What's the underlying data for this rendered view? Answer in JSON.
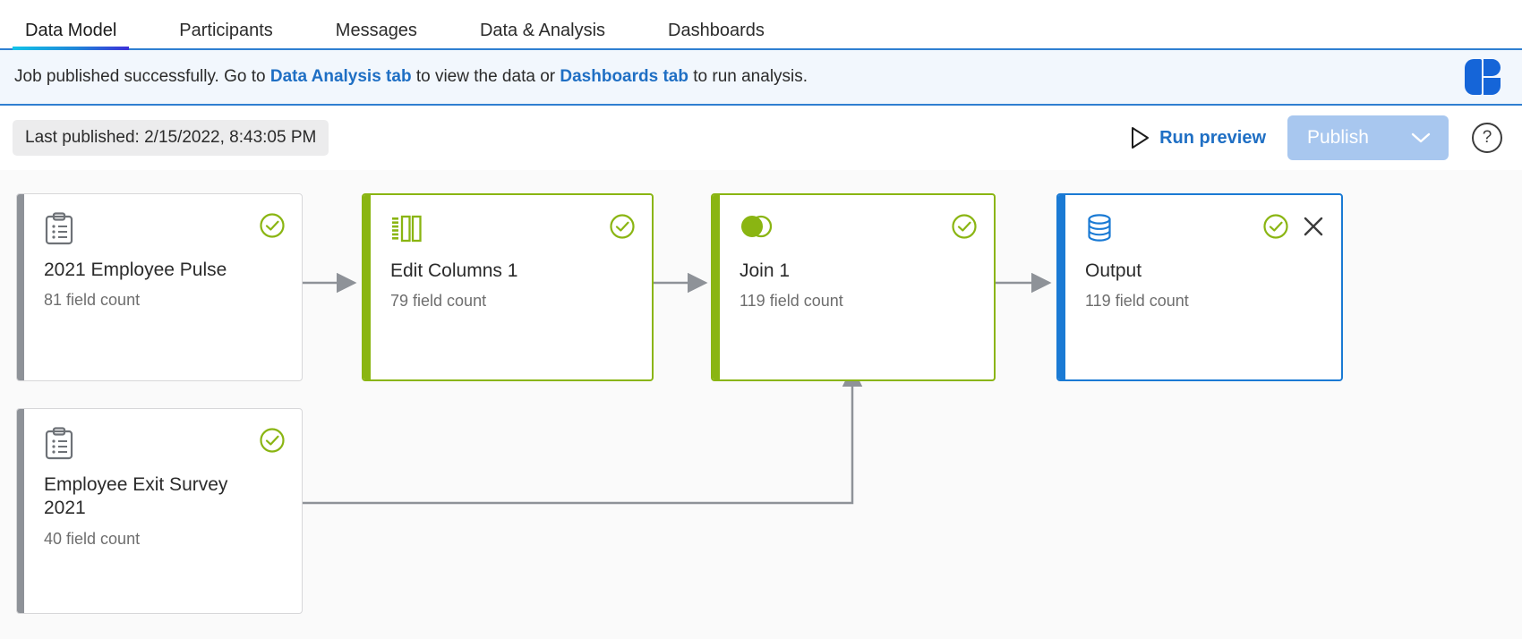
{
  "tabs": [
    {
      "label": "Data Model",
      "active": true
    },
    {
      "label": "Participants",
      "active": false
    },
    {
      "label": "Messages",
      "active": false
    },
    {
      "label": "Data & Analysis",
      "active": false
    },
    {
      "label": "Dashboards",
      "active": false
    }
  ],
  "banner": {
    "text_before": "Job published successfully. Go to ",
    "link1": "Data Analysis tab",
    "text_middle": " to view the data or ",
    "link2": "Dashboards tab",
    "text_after": " to run analysis.",
    "background": "#f2f7fd",
    "link_color": "#1f6fc4",
    "logo_name": "qualtrics-logo",
    "logo_color": "#1565d8"
  },
  "toolbar": {
    "last_published": "Last published: 2/15/2022, 8:43:05 PM",
    "run_preview_label": "Run preview",
    "run_preview_color": "#1f6fc4",
    "publish_label": "Publish",
    "publish_color": "#a8c7ef",
    "help_label": "?"
  },
  "canvas": {
    "background": "#fafafa",
    "connector_color": "#8e9298"
  },
  "nodes": [
    {
      "id": "source-pulse",
      "type": "source",
      "icon": "clipboard-survey-icon",
      "title": "2021 Employee Pulse",
      "subtitle": "81 field count",
      "status": "complete",
      "accent_color": "#8e9298",
      "has_close": false
    },
    {
      "id": "edit-columns-1",
      "type": "transform",
      "icon": "edit-columns-icon",
      "title": "Edit Columns 1",
      "subtitle": "79 field count",
      "status": "complete",
      "accent_color": "#8ab512",
      "has_close": false
    },
    {
      "id": "join-1",
      "type": "transform",
      "icon": "join-venn-icon",
      "title": "Join 1",
      "subtitle": "119 field count",
      "status": "complete",
      "accent_color": "#8ab512",
      "has_close": false
    },
    {
      "id": "output",
      "type": "output",
      "icon": "database-icon",
      "title": "Output",
      "subtitle": "119 field count",
      "status": "complete",
      "accent_color": "#1a7ad4",
      "has_close": true
    },
    {
      "id": "source-exit",
      "type": "source",
      "icon": "clipboard-survey-icon",
      "title": "Employee Exit Survey 2021",
      "subtitle": "40 field count",
      "status": "complete",
      "accent_color": "#8e9298",
      "has_close": false
    }
  ],
  "status_icon_color": "#8ab512"
}
